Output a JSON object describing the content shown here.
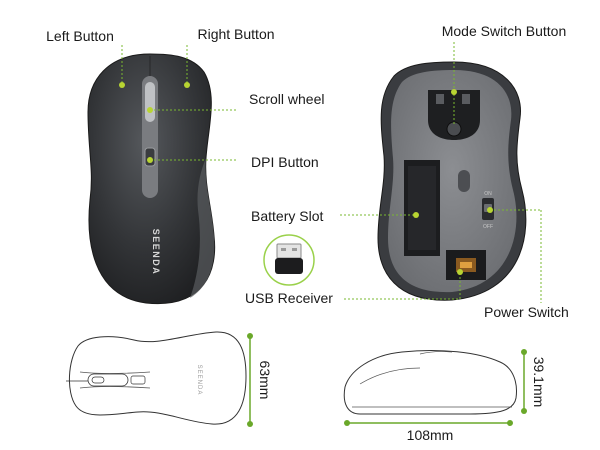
{
  "labels": {
    "left_button": "Left Button",
    "right_button": "Right Button",
    "scroll_wheel": "Scroll wheel",
    "dpi_button": "DPI Button",
    "mode_switch_button": "Mode Switch Button",
    "battery_slot": "Battery Slot",
    "usb_receiver": "USB Receiver",
    "power_switch": "Power Switch"
  },
  "brand": {
    "top_logo": "SEENDA",
    "side_logo": "SEENDA",
    "switch_on": "ON",
    "switch_off": "OFF"
  },
  "dimensions": {
    "width": "63mm",
    "height": "39.1mm",
    "length": "108mm"
  },
  "colors": {
    "accent": "#b8d432",
    "leader": "#7ab830",
    "mouse_top": "#2e3033",
    "mouse_bottom": "#6e7074"
  }
}
